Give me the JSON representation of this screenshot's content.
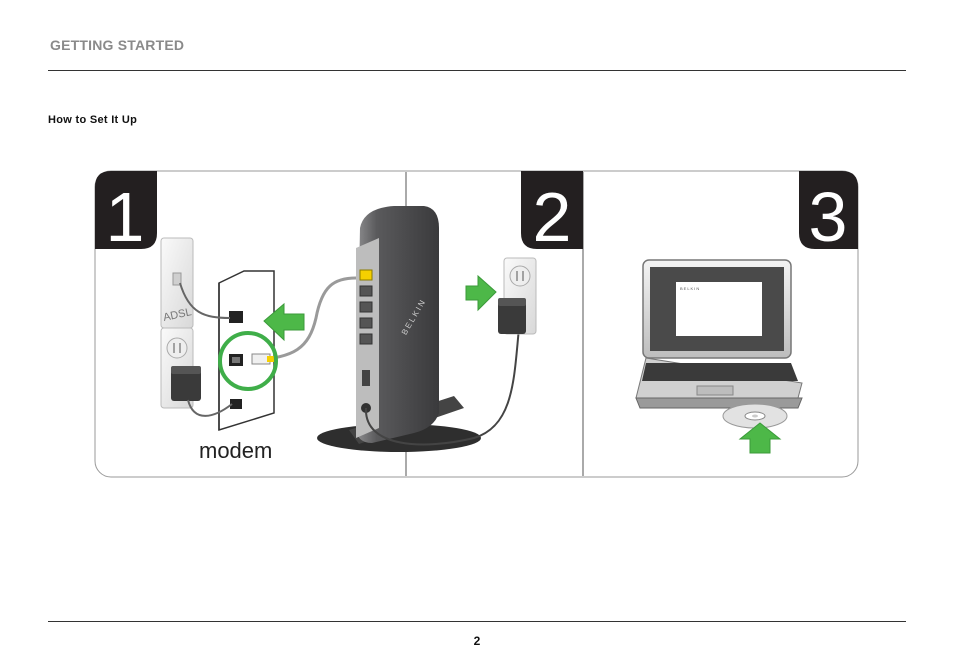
{
  "header": {
    "section_title": "GETTING STARTED"
  },
  "content": {
    "subheading": "How to Set It Up"
  },
  "figure": {
    "steps": [
      {
        "number": "1"
      },
      {
        "number": "2"
      },
      {
        "number": "3"
      }
    ],
    "modem_label": "modem",
    "wall_plate_label": "ADSL",
    "router_brand": "BELKIN",
    "screen_brand": "BELKIN",
    "colors": {
      "step_badge": "#231f20",
      "arrow_green": "#4db848",
      "ring_green": "#3fae49",
      "router_body": "#4a4a4c",
      "port_yellow": "#f5d000"
    }
  },
  "footer": {
    "page_number": "2"
  }
}
